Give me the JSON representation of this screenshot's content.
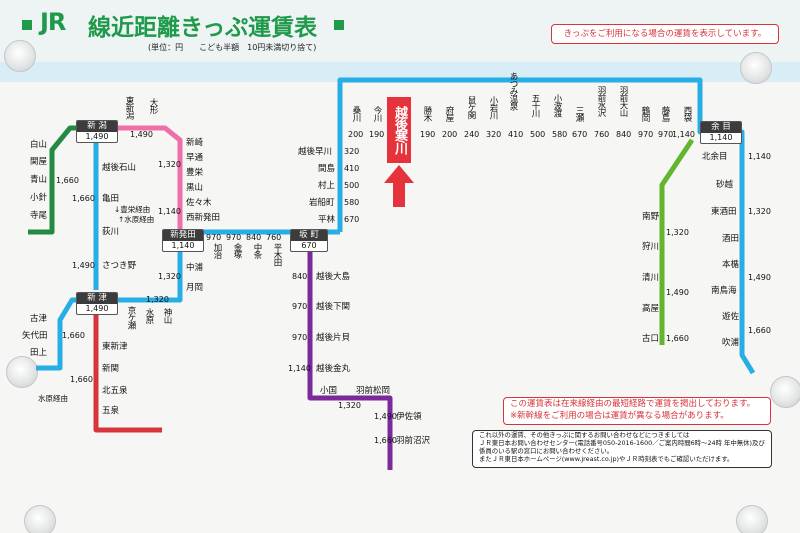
{
  "header": {
    "logo": "JR",
    "title": "線近距離きっぷ運賃表",
    "subtitle": "(単位：円　　こども半額　10円未満切り捨て)",
    "notice": "きっぷをご利用になる場合の運賃を表示しています。"
  },
  "current_station": "越後寒川",
  "colors": {
    "uetsu_line": "#27aee5",
    "hakushin_line": "#ef6faa",
    "banetsu_line": "#238a43",
    "yonesaka_line": "#7b2a9c",
    "rikuu_line": "#62b52c",
    "shinetsu_line": "#d8343b",
    "hub_header": "#3c3c3c"
  },
  "hubs": {
    "niigata": {
      "name": "新 潟",
      "fare": "1,490"
    },
    "niitsu": {
      "name": "新 津",
      "fare": "1,490"
    },
    "shibata": {
      "name": "新発田",
      "fare": "1,140"
    },
    "sakamachi": {
      "name": "坂 町",
      "fare": "670"
    },
    "amarume": {
      "name": "余 目",
      "fare": "1,140"
    }
  },
  "uetsu_north": [
    {
      "name": "勝木",
      "fare": "190"
    },
    {
      "name": "府屋",
      "fare": "200"
    },
    {
      "name": "鼠ケ関",
      "fare": "240"
    },
    {
      "name": "小岩川",
      "fare": "320"
    },
    {
      "name": "あつみ温泉",
      "fare": "410"
    },
    {
      "name": "五十川",
      "fare": "500"
    },
    {
      "name": "小波渡",
      "fare": "580"
    },
    {
      "name": "三瀬",
      "fare": "670"
    },
    {
      "name": "羽前水沢",
      "fare": "760"
    },
    {
      "name": "羽前大山",
      "fare": "840"
    },
    {
      "name": "鶴岡",
      "fare": "970"
    },
    {
      "name": "藤島",
      "fare": "970"
    },
    {
      "name": "西袋",
      "fare": "1,140"
    }
  ],
  "uetsu_south_top": [
    {
      "name": "桑川",
      "fare": "200"
    },
    {
      "name": "今川",
      "fare": "190"
    }
  ],
  "uetsu_south": [
    {
      "name": "越後早川",
      "fare": "320"
    },
    {
      "name": "間島",
      "fare": "410"
    },
    {
      "name": "村上",
      "fare": "500"
    },
    {
      "name": "岩船町",
      "fare": "580"
    },
    {
      "name": "平林",
      "fare": "670"
    }
  ],
  "uetsu_sakamachi_shibata": [
    {
      "name": "平木田",
      "fare": "760"
    },
    {
      "name": "中条",
      "fare": "840"
    },
    {
      "name": "金塚",
      "fare": "970"
    },
    {
      "name": "加治",
      "fare": "970"
    }
  ],
  "uetsu_shibata_niigata": [
    {
      "name": "西新発田",
      "fare": "1,140"
    },
    {
      "name": "佐々木",
      "fare": ""
    },
    {
      "name": "黒山",
      "fare": ""
    },
    {
      "name": "豊栄",
      "fare": "1,320"
    },
    {
      "name": "早通",
      "fare": ""
    },
    {
      "name": "新崎",
      "fare": ""
    },
    {
      "name": "大形",
      "fare": "1,490"
    },
    {
      "name": "東新潟",
      "fare": ""
    }
  ],
  "hakushin_extra": [
    {
      "name": "中浦",
      "fare": ""
    },
    {
      "name": "月岡",
      "fare": "1,320"
    }
  ],
  "niitsu_branch": [
    {
      "name": "京ケ瀬",
      "fare": ""
    },
    {
      "name": "水原",
      "fare": "1,320"
    },
    {
      "name": "神山",
      "fare": ""
    }
  ],
  "banetsu_line": [
    {
      "name": "越後石山",
      "fare": ""
    },
    {
      "name": "亀田",
      "fare": "1,660"
    },
    {
      "name": "荻川",
      "fare": ""
    },
    {
      "name": "さつき野",
      "fare": "1,490"
    }
  ],
  "banetsu_notes": [
    "↓豊栄経由",
    "↑水原経由"
  ],
  "banetsu_west": [
    {
      "name": "白山",
      "fare": ""
    },
    {
      "name": "関屋",
      "fare": ""
    },
    {
      "name": "青山",
      "fare": "1,660"
    },
    {
      "name": "小針",
      "fare": ""
    },
    {
      "name": "寺尾",
      "fare": ""
    }
  ],
  "shinetsu_west": [
    {
      "name": "古津",
      "fare": ""
    },
    {
      "name": "矢代田",
      "fare": "1,660"
    },
    {
      "name": "田上",
      "fare": ""
    }
  ],
  "shinetsu_south": [
    {
      "name": "東新津",
      "fare": ""
    },
    {
      "name": "新関",
      "fare": "1,660"
    },
    {
      "name": "北五泉",
      "fare": ""
    },
    {
      "name": "五泉",
      "fare": ""
    }
  ],
  "shinetsu_note": "水原経由",
  "yonesaka": [
    {
      "name": "越後大島",
      "fare": "840"
    },
    {
      "name": "越後下関",
      "fare": "970"
    },
    {
      "name": "越後片貝",
      "fare": "970"
    },
    {
      "name": "越後金丸",
      "fare": "1,140"
    },
    {
      "name": "小国",
      "fare": ""
    },
    {
      "name": "羽前松岡",
      "fare": "1,320"
    },
    {
      "name": "伊佐領",
      "fare": "1,490"
    },
    {
      "name": "羽前沼沢",
      "fare": "1,660"
    }
  ],
  "rikuu": [
    {
      "name": "南野",
      "fare": ""
    },
    {
      "name": "狩川",
      "fare": "1,320"
    },
    {
      "name": "清川",
      "fare": ""
    },
    {
      "name": "高屋",
      "fare": "1,490"
    },
    {
      "name": "古口",
      "fare": "1,660"
    }
  ],
  "uetsu_east": [
    {
      "name": "北余目",
      "fare": "1,140"
    },
    {
      "name": "砂越",
      "fare": ""
    },
    {
      "name": "東酒田",
      "fare": "1,320"
    },
    {
      "name": "酒田",
      "fare": ""
    },
    {
      "name": "本楯",
      "fare": ""
    },
    {
      "name": "南鳥海",
      "fare": "1,490"
    },
    {
      "name": "遊佐",
      "fare": ""
    },
    {
      "name": "吹浦",
      "fare": "1,660"
    }
  ],
  "red_notice": [
    "この運賃表は在来線経由の最短経路で運賃を掲出しております。",
    "※新幹線をご利用の場合は運賃が異なる場合があります。"
  ],
  "info_notice": [
    "これ以外の運賃、その他きっぷに関するお問い合わせなどにつきましては",
    "ＪＲ東日本お問い合わせセンター(電話番号050-2016-1600／ご案内時間6時〜24時 年中無休)及び",
    "係員のいる駅の窓口にお問い合わせください。",
    "またＪＲ東日本ホームページ(www.jreast.co.jp)やＪＲ時刻表でもご確認いただけます。"
  ]
}
